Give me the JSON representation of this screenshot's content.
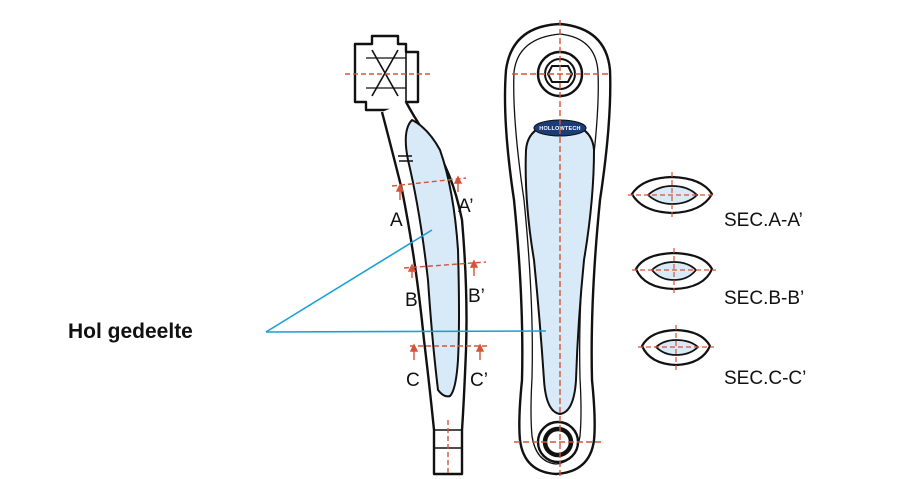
{
  "callout": {
    "label": "Hol gedeelte",
    "line_color": "#1a9fd8"
  },
  "logo": {
    "text": "HOLLOWTECH"
  },
  "cut_labels": {
    "a": "A",
    "a_prime": "A’",
    "b": "B",
    "b_prime": "B’",
    "c": "C",
    "c_prime": "C’"
  },
  "sections": [
    {
      "label": "SEC.A-A’"
    },
    {
      "label": "SEC.B-B’"
    },
    {
      "label": "SEC.C-C’"
    }
  ],
  "colors": {
    "outline": "#111111",
    "hollow_fill": "#d8e9f7",
    "centerline": "#d2553a",
    "callout": "#1a9fd8"
  }
}
